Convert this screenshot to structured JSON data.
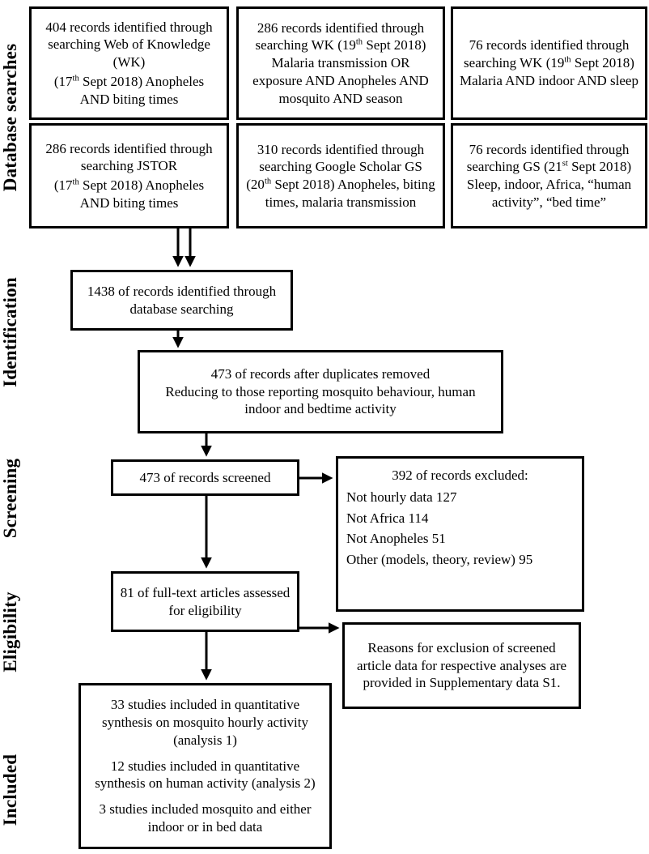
{
  "figure": {
    "title": "PRISMA-style systematic review flow diagram",
    "colors": {
      "border": "#000000",
      "text": "#000000",
      "background": "#ffffff"
    }
  },
  "stages": {
    "items": [
      {
        "label": "Database searches"
      },
      {
        "label": "Identification"
      },
      {
        "label": "Screening"
      },
      {
        "label": "Eligibility"
      },
      {
        "label": "Included"
      }
    ]
  },
  "flowchart": {
    "boxes": {
      "search_wk_biting": {
        "paras": [
          [
            {
              "t": "404 records identified through searching Web of Knowledge (WK)"
            }
          ],
          [
            {
              "t": "(17"
            },
            {
              "t": "th",
              "sup": true
            },
            {
              "t": " Sept 2018) Anopheles AND biting times"
            }
          ]
        ]
      },
      "search_wk_transmission": {
        "paras": [
          [
            {
              "t": "286 records identified through searching WK (19"
            },
            {
              "t": "th",
              "sup": true
            },
            {
              "t": " Sept 2018) Malaria transmission OR exposure AND Anopheles AND mosquito AND season"
            }
          ]
        ]
      },
      "search_wk_sleep": {
        "paras": [
          [
            {
              "t": "76 records identified through searching WK (19"
            },
            {
              "t": "th",
              "sup": true
            },
            {
              "t": " Sept 2018) Malaria AND indoor AND sleep"
            }
          ]
        ]
      },
      "search_jstor": {
        "paras": [
          [
            {
              "t": "286 records identified through searching JSTOR"
            }
          ],
          [
            {
              "t": "(17"
            },
            {
              "t": "th",
              "sup": true
            },
            {
              "t": " Sept 2018) Anopheles AND biting times"
            }
          ]
        ]
      },
      "search_gs_anopheles": {
        "paras": [
          [
            {
              "t": "310 records identified through searching Google Scholar GS (20"
            },
            {
              "t": "th",
              "sup": true
            },
            {
              "t": " Sept 2018) Anopheles, biting times, malaria transmission"
            }
          ]
        ]
      },
      "search_gs_sleep": {
        "paras": [
          [
            {
              "t": "76 records identified through searching GS (21"
            },
            {
              "t": "st",
              "sup": true
            },
            {
              "t": " Sept 2018) Sleep, indoor, Africa, “human activity”, “bed time”"
            }
          ]
        ]
      },
      "records_identified": {
        "paras": [
          [
            {
              "t": "1438 of records identified through database searching"
            }
          ]
        ]
      },
      "duplicates_removed": {
        "paras": [
          [
            {
              "t": "473 of records after duplicates removed"
            }
          ],
          [
            {
              "t": "Reducing to those reporting mosquito behaviour, human indoor and bedtime activity"
            }
          ]
        ]
      },
      "records_screened": {
        "paras": [
          [
            {
              "t": "473 of records screened"
            }
          ]
        ]
      },
      "records_excluded": {
        "paras": [
          [
            {
              "t": "392 of records excluded:"
            }
          ],
          [
            {
              "t": "Not hourly data 127"
            }
          ],
          [
            {
              "t": "Not Africa 114"
            }
          ],
          [
            {
              "t": "Not Anopheles 51"
            }
          ],
          [
            {
              "t": "Other (models, theory, review) 95"
            }
          ]
        ]
      },
      "fulltext_assessed": {
        "paras": [
          [
            {
              "t": "81 of full-text articles assessed for eligibility"
            }
          ]
        ]
      },
      "exclusion_reasons": {
        "paras": [
          [
            {
              "t": "Reasons for exclusion of screened article data for respective analyses are provided in Supplementary data S1."
            }
          ]
        ]
      },
      "included_studies": {
        "paras": [
          [
            {
              "t": "33 studies included in quantitative synthesis on mosquito hourly activity (analysis 1)"
            }
          ],
          [
            {
              "t": "12 studies included in quantitative synthesis on human activity (analysis 2)"
            }
          ],
          [
            {
              "t": "3 studies included mosquito and either indoor or in bed data"
            }
          ]
        ]
      }
    }
  }
}
